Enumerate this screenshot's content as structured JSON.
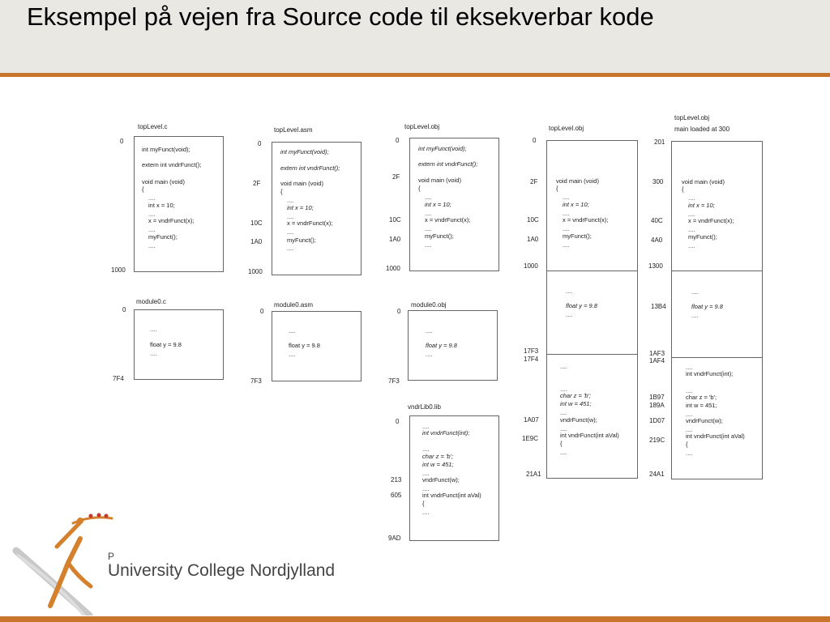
{
  "slide": {
    "title": "Eksempel på vejen fra Source code til eksekverbar kode"
  },
  "colors": {
    "accent": "#c8742a",
    "header_bg": "#e9e8e3"
  },
  "branding": {
    "school_name": "University College Nordjylland",
    "school_prefix": "P"
  },
  "diagram": {
    "labels": {
      "toplevel_c": "topLevel.c",
      "toplevel_asm": "topLevel.asm",
      "toplevel_obj": "topLevel.obj",
      "toplevel_obj2": "topLevel.obj",
      "toplevel_obj3": "topLevel.obj",
      "main_loaded": "main loaded at 300",
      "module0_c": "module0.c",
      "module0_asm": "module0.asm",
      "module0_obj": "module0.obj",
      "vndrlib0": "vndrLib0.lib"
    },
    "addrs": {
      "c1_0": "0",
      "c1_1000": "1000",
      "c1_m0": "0",
      "c1_7f4": "7F4",
      "c2_0": "0",
      "c2_2f": "2F",
      "c2_10c": "10C",
      "c2_1a0": "1A0",
      "c2_1000": "1000",
      "c2_m0": "0",
      "c2_7f3": "7F3",
      "c3_0": "0",
      "c3_2f": "2F",
      "c3_10c": "10C",
      "c3_1a0": "1A0",
      "c3_1000": "1000",
      "c3_m0": "0",
      "c3_7f3": "7F3",
      "c3_v0": "0",
      "c3_213": "213",
      "c3_605": "605",
      "c3_9ad": "9AD",
      "c4_0": "0",
      "c4_2f": "2F",
      "c4_10c": "10C",
      "c4_1a0": "1A0",
      "c4_1000": "1000",
      "c4_17f3": "17F3",
      "c4_17f4": "17F4",
      "c4_1a07": "1A07",
      "c4_1e9c": "1E9C",
      "c4_21a1": "21A1",
      "c5_201": "201",
      "c5_300": "300",
      "c5_40c": "40C",
      "c5_4a0": "4A0",
      "c5_1300": "1300",
      "c5_13b4": "13B4",
      "c5_1af3": "1AF3",
      "c5_1af4": "1AF4",
      "c5_1b97": "1B97",
      "c5_189a": "189A",
      "c5_1d07": "1D07",
      "c5_219c": "219C",
      "c5_24a1": "24A1"
    },
    "code": {
      "myfunct_decl": "int myFunct(void);",
      "extern_decl": "extern int vndrFunct();",
      "extern_decl_asm": "extern int vndrFunct();",
      "main": "void main (void)",
      "brace": "{",
      "dots": "....",
      "int_x": "int x = 10;",
      "x_assign": "x = vndrFunct(x);",
      "myfunct_call": "myFunct();",
      "float_y": "float y = 9.8",
      "vndr_int_decl": "int vndrFunct(int);",
      "vndr_int_decl_plain": "int vndrFunct(int);",
      "char_z": "char z = 'b';",
      "int_w": "int w = 451;",
      "vndr_call": "vndrFunct(w);",
      "vndr_def": "int vndrFunct(int aVal)"
    }
  }
}
